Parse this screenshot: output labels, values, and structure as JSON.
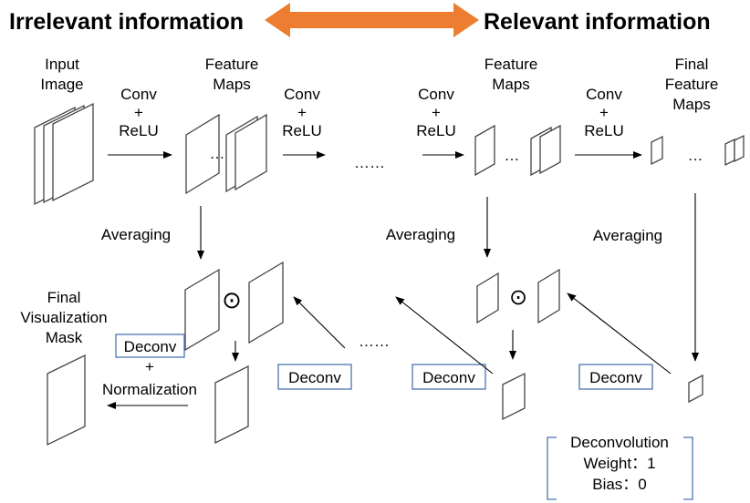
{
  "header": {
    "left": "Irrelevant information",
    "right": "Relevant information",
    "arrow_color": "#ED7D31"
  },
  "labels": {
    "input_image": [
      "Input",
      "Image"
    ],
    "feature_maps_1": [
      "Feature",
      "Maps"
    ],
    "feature_maps_2": [
      "Feature",
      "Maps"
    ],
    "final_feature_maps": [
      "Final",
      "Feature",
      "Maps"
    ],
    "conv_relu": [
      "Conv",
      "+",
      "ReLU"
    ],
    "averaging": "Averaging",
    "ellipsis": "……",
    "dots": "…",
    "odot": "⊙",
    "final_mask": [
      "Final",
      "Visualization",
      "Mask"
    ],
    "deconv": "Deconv",
    "deconv_plus": "+",
    "normalization": "Normalization",
    "deconvolution_box": [
      "Deconvolution",
      "Weight：1",
      "Bias：0"
    ]
  },
  "colors": {
    "box_border": "#4a74b4",
    "map_stroke": "#444444"
  }
}
